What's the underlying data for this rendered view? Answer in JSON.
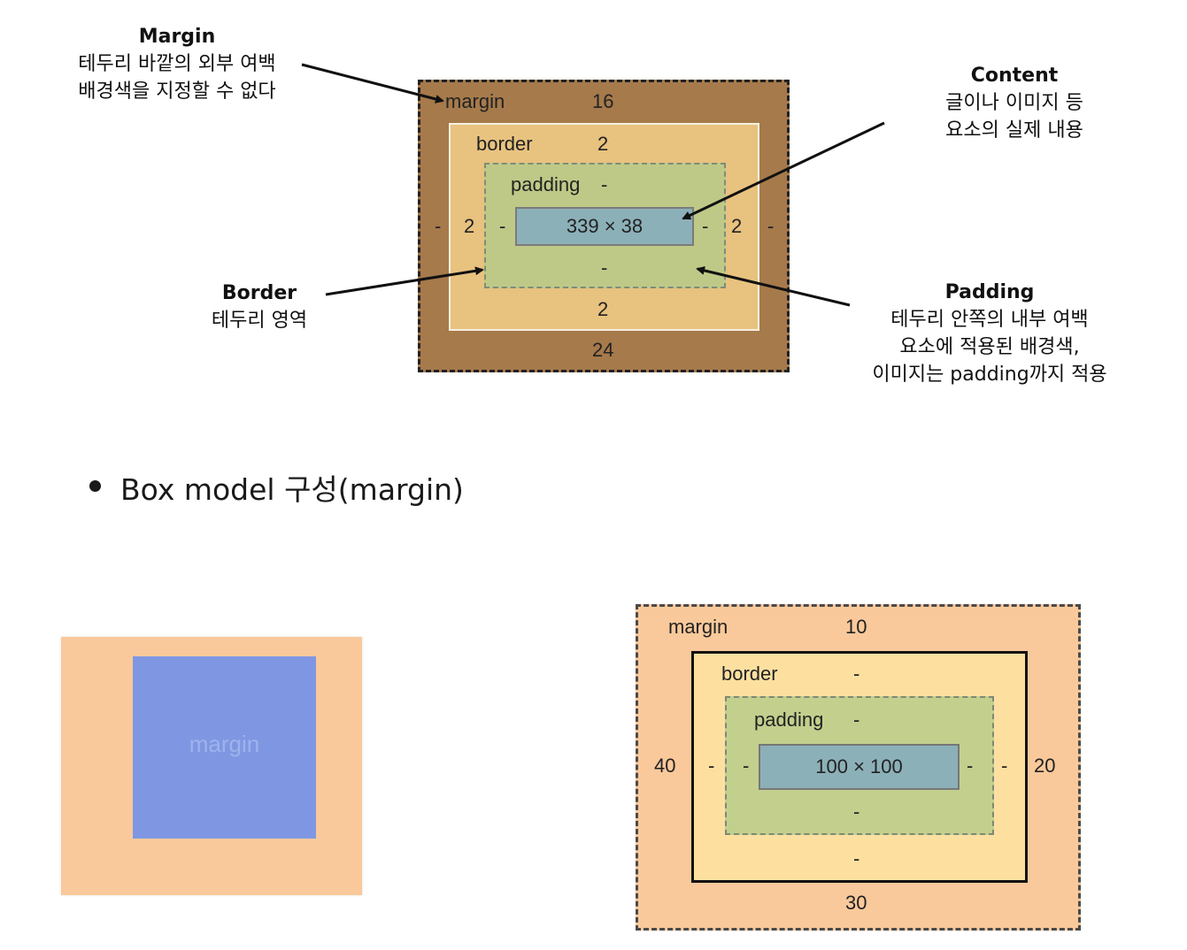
{
  "diagram_top": {
    "callouts": {
      "margin": {
        "title": "Margin",
        "lines": [
          "테두리 바깥의 외부 여백",
          "배경색을 지정할 수 없다"
        ]
      },
      "content": {
        "title": "Content",
        "lines": [
          "글이나 이미지 등",
          "요소의 실제 내용"
        ]
      },
      "border": {
        "title": "Border",
        "lines": [
          "테두리 영역"
        ]
      },
      "padding": {
        "title": "Padding",
        "lines": [
          "테두리 안쪽의 내부 여백",
          "요소에 적용된 배경색,",
          "이미지는 padding까지 적용"
        ]
      }
    },
    "margin_label": "margin",
    "margin_top": "16",
    "margin_left": "-",
    "margin_right": "-",
    "margin_bottom": "24",
    "border_label": "border",
    "border_top": "2",
    "border_left": "2",
    "border_right": "2",
    "border_bottom": "2",
    "padding_label": "padding",
    "padding_top": "-",
    "padding_left": "-",
    "padding_right": "-",
    "padding_bottom": "-",
    "content_size": "339 × 38"
  },
  "bullet": {
    "text": "Box model 구성(margin)"
  },
  "demo": {
    "label": "margin"
  },
  "diagram_bottom": {
    "margin_label": "margin",
    "margin_top": "10",
    "margin_left": "40",
    "margin_right": "20",
    "margin_bottom": "30",
    "border_label": "border",
    "border_top": "-",
    "border_left": "-",
    "border_right": "-",
    "border_bottom": "-",
    "padding_label": "padding",
    "padding_top": "-",
    "padding_left": "-",
    "padding_right": "-",
    "padding_bottom": "-",
    "content_size": "100 × 100"
  }
}
